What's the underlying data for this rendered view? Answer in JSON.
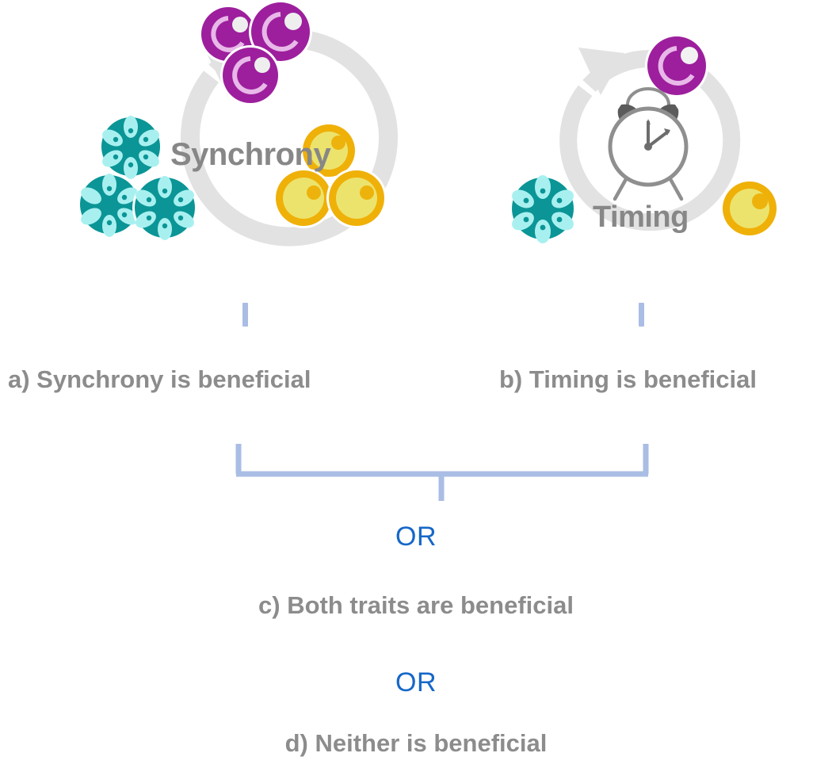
{
  "figure": {
    "title": "Hypotheses for benefit of synchrony and timing in malaria parasite cycles",
    "background_color": "#ffffff"
  },
  "colors": {
    "purple_ring_stage": "#9d1f9d",
    "purple_inner_ring": "#e8b8e8",
    "teal_schizont": "#0b9596",
    "teal_merozoite": "#a8f0f0",
    "gold_trophozoite_ring": "#efb008",
    "gold_trophozoite_body": "#ece36d",
    "gold_trophozoite_dot": "#edb30c",
    "cycle_arrow_gray": "#e2e2e2",
    "label_gray": "#878787",
    "caption_gray": "#8c8c8c",
    "connector_blue": "#aabde4",
    "or_blue": "#1667c8",
    "clock_outline": "#8f8f8f",
    "clock_bell": "#5b5b5b"
  },
  "panels": [
    {
      "id": "panel-a",
      "center_label": "Synchrony",
      "caption": "a) Synchrony is beneficial",
      "cycle_direction": "clockwise",
      "center_icon": "none",
      "stages": [
        {
          "name": "ring-stage",
          "color": "#9d1f9d",
          "position": "top",
          "count": 3
        },
        {
          "name": "schizont",
          "color": "#0b9596",
          "position": "left",
          "count": 3
        },
        {
          "name": "trophozoite",
          "color": "#efb008",
          "position": "right",
          "count": 3
        }
      ]
    },
    {
      "id": "panel-b",
      "center_label": "Timing",
      "caption": "b) Timing is beneficial",
      "cycle_direction": "clockwise",
      "center_icon": "alarm-clock-icon",
      "stages": [
        {
          "name": "ring-stage",
          "color": "#9d1f9d",
          "position": "top",
          "count": 1
        },
        {
          "name": "schizont",
          "color": "#0b9596",
          "position": "left",
          "count": 1
        },
        {
          "name": "trophozoite",
          "color": "#efb008",
          "position": "right",
          "count": 1
        }
      ]
    }
  ],
  "combined": {
    "bracket_color": "#aabde4",
    "or_first": "OR",
    "caption_c": "c) Both traits are beneficial",
    "or_second": "OR",
    "caption_d": "d) Neither is beneficial"
  }
}
